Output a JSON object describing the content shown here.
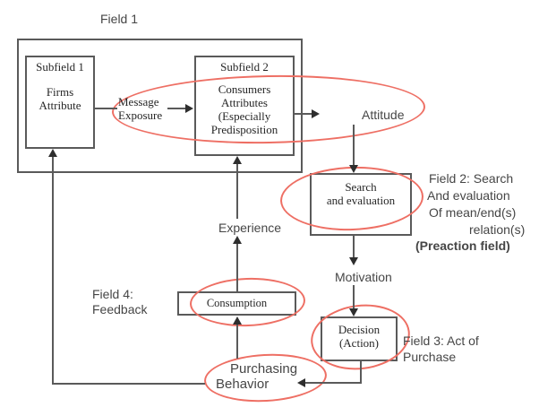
{
  "colors": {
    "line": "#5a5a5a",
    "arrowhead": "#2e2e2e",
    "ellipse_red": "#ee6f64",
    "label_text": "#464646",
    "box_text": "#262626",
    "background": "#ffffff"
  },
  "labels": {
    "field1": "Field 1",
    "subfield1_title": "Subfield 1",
    "subfield1_body_line1": "Firms",
    "subfield1_body_line2": "Attribute",
    "subfield2_title": "Subfield 2",
    "subfield2_body_line1": "Consumers",
    "subfield2_body_line2": "Attributes",
    "subfield2_body_line3": "(Especially",
    "subfield2_body_line4": "Predisposition",
    "message_line1": "Message",
    "message_line2": "Exposure",
    "attitude": "Attitude",
    "search_line1": "Search",
    "search_line2": "and evaluation",
    "field2_line1": "Field 2: Search",
    "field2_line2": "And evaluation",
    "field2_line3": "Of mean/end(s)",
    "field2_line4": "relation(s)",
    "field2_line5": "(Preaction field)",
    "experience": "Experience",
    "motivation": "Motivation",
    "field4_line1": "Field 4:",
    "field4_line2": "Feedback",
    "consumption": "Consumption",
    "decision_line1": "Decision",
    "decision_line2": "(Action)",
    "field3_line1": "Field 3: Act of",
    "field3_line2": "Purchase",
    "purchasing_line1": "Purchasing",
    "purchasing_line2": "Behavior"
  }
}
